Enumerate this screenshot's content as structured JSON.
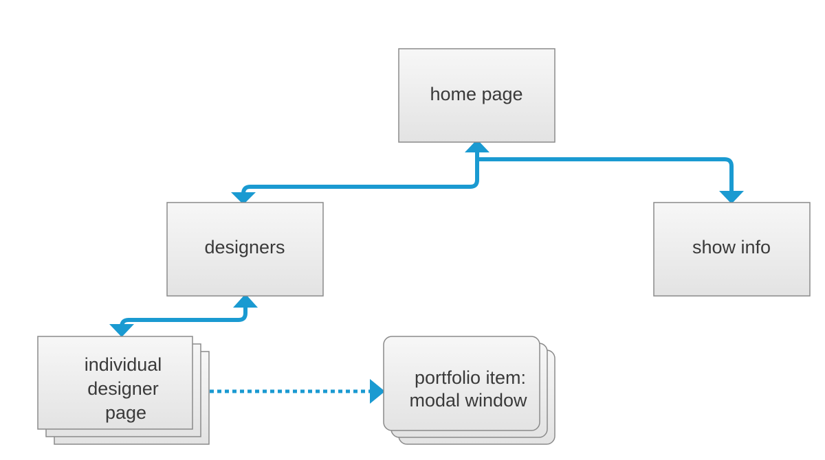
{
  "colors": {
    "connector": "#1a9ad1",
    "box_top": "#f7f7f7",
    "box_bottom": "#e3e3e3",
    "box_border": "#8a8a8a",
    "text": "#3a3a3a"
  },
  "nodes": {
    "home_page": "home page",
    "designers": "designers",
    "show_info": "show info",
    "individual_designer_page": [
      "individual",
      "designer",
      "page"
    ],
    "portfolio_item": [
      "portfolio item:",
      "modal window"
    ]
  },
  "connections": [
    {
      "from": "home page",
      "to": "designers",
      "style": "solid",
      "direction": "both"
    },
    {
      "from": "home page",
      "to": "show info",
      "style": "solid",
      "direction": "forward"
    },
    {
      "from": "designers",
      "to": "individual designer page",
      "style": "solid",
      "direction": "both"
    },
    {
      "from": "individual designer page",
      "to": "portfolio item: modal window",
      "style": "dotted",
      "direction": "forward"
    }
  ]
}
